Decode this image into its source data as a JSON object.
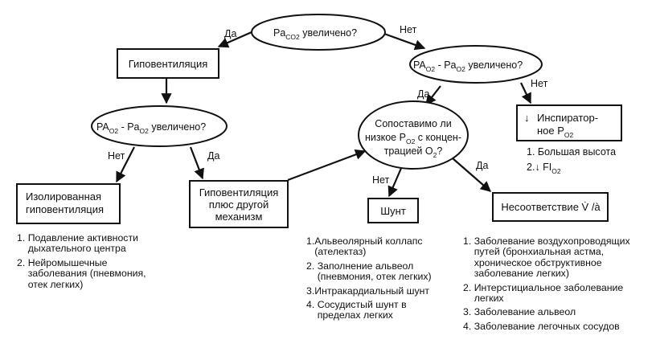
{
  "nodes": {
    "q_paco2": {
      "pre": "Pa",
      "sub": "CO2",
      "post": " увеличено?"
    },
    "q_gradient_right": {
      "pre": "PA",
      "sub1": "O2",
      "mid": " - Pa",
      "sub2": "O2",
      "post": " увеличено?"
    },
    "q_gradient_left": {
      "pre": "PA",
      "sub1": "O2",
      "mid": " - Pa",
      "sub2": "O2",
      "post": " увеличено?"
    },
    "hypoventilation": "Гиповентиляция",
    "isolated_hypoventilation": [
      "Изолированная",
      "гиповентиляция"
    ],
    "hypoventilation_plus": [
      "Гиповентиляция",
      "плюс другой",
      "механизм"
    ],
    "q_comparable": {
      "line1": "Сопоставимо ли",
      "line2_pre": "низкое P",
      "line2_sub": "O2",
      "line2_post": " с концен-",
      "line3_pre": "трацией O",
      "line3_sub": "2",
      "line3_post": "?"
    },
    "shunt": "Шунт",
    "mismatch": "Несоответствие V̇ /à",
    "inspiratory_low": {
      "arrow": "↓",
      "line1": "Инспиратор-",
      "line2_pre": "ное P",
      "line2_sub": "O2"
    }
  },
  "edge_labels": {
    "yes": "Да",
    "no": "Нет"
  },
  "altitude_notes": {
    "item1": "1. Большая высота",
    "item2_num": "2.",
    "item2_arrow": "↓",
    "item2_pre": " FI",
    "item2_sub": "O2"
  },
  "lists": {
    "isolated_causes": [
      {
        "num": "1. ",
        "text": "Подавление активности дыхательного центра"
      },
      {
        "num": "2. ",
        "text": "Нейромышечные заболевания (пневмония, отек легких)"
      }
    ],
    "shunt_causes": [
      {
        "num": "1.",
        "text": "Альвеолярный коллапс (ателектаз)"
      },
      {
        "num": "2. ",
        "text": "Заполнение альвеол (пневмония, отек легких)"
      },
      {
        "num": "3.",
        "text": "Интракардиальный шунт"
      },
      {
        "num": "4. ",
        "text": "Сосудистый шунт в пределах легких"
      }
    ],
    "mismatch_causes": [
      {
        "num": "1. ",
        "text": "Заболевание воздухопроводящих путей (бронхиальная астма, хроническое обструктивное заболевание легких)"
      },
      {
        "num": "2. ",
        "text": "Интерстициальное заболевание легких"
      },
      {
        "num": "3. ",
        "text": "Заболевание альвеол"
      },
      {
        "num": "4. ",
        "text": "Заболевание легочных сосудов"
      }
    ]
  }
}
